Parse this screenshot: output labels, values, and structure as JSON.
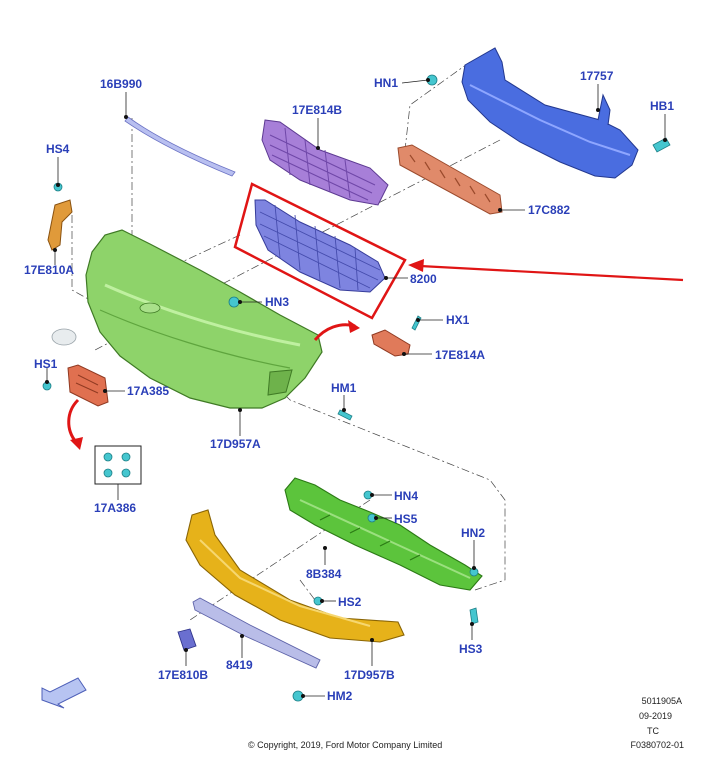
{
  "diagram": {
    "labels": {
      "l16B990": "16B990",
      "l17E814B": "17E814B",
      "lHN1": "HN1",
      "l17757": "17757",
      "lHB1": "HB1",
      "lHS4": "HS4",
      "l17C882": "17C882",
      "l17E810A": "17E810A",
      "l8200": "8200",
      "lHN3": "HN3",
      "lHX1": "HX1",
      "lHS1": "HS1",
      "l17E814A": "17E814A",
      "l17A385": "17A385",
      "lHM1": "HM1",
      "l17D957A": "17D957A",
      "l17A386": "17A386",
      "lHN4": "HN4",
      "lHS5": "HS5",
      "lHN2": "HN2",
      "l8B384": "8B384",
      "lHS2": "HS2",
      "lHS3": "HS3",
      "l17E810B": "17E810B",
      "l8419": "8419",
      "l17D957B": "17D957B",
      "lHM2": "HM2"
    },
    "meta": {
      "code": "5011905A",
      "date": "09-2019",
      "tc": "TC",
      "ref": "F0380702-01",
      "copyright": "© Copyright, 2019, Ford Motor Company Limited"
    },
    "colors": {
      "label": "#2a3fb8",
      "highlight": "#e01515",
      "bumper_green": "#8ed36a",
      "reinforcement_blue": "#4a6de0",
      "grille_purple": "#a77fd8",
      "absorber_orange": "#e08a6a",
      "lower_yellow": "#e6b21a",
      "shield_green": "#5cc43c",
      "clip_teal": "#45c6cf"
    }
  }
}
